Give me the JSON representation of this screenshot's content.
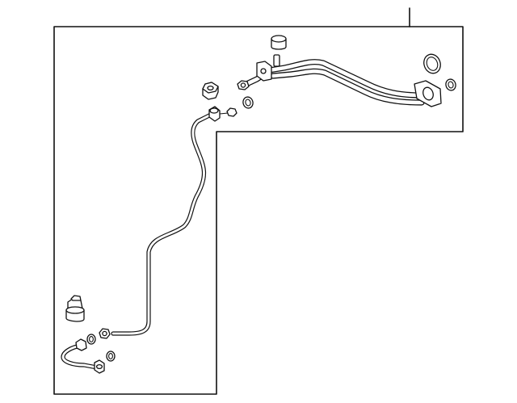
{
  "diagram": {
    "kind": "parts-exploded-view",
    "colors": {
      "background": "#ffffff",
      "line": "#111111",
      "fill": "#ffffff"
    },
    "parts": [
      {
        "id": "upper-line-assembly",
        "icon": "ac-line-upper"
      },
      {
        "id": "lower-liquid-line",
        "icon": "ac-line-lower"
      },
      {
        "id": "service-valve-cap-upper",
        "icon": "cap"
      },
      {
        "id": "hex-nut-upper",
        "icon": "hex-nut"
      },
      {
        "id": "o-ring-upper",
        "icon": "o-ring"
      },
      {
        "id": "o-ring-large",
        "icon": "o-ring"
      },
      {
        "id": "o-ring-small-right",
        "icon": "o-ring"
      },
      {
        "id": "pressure-switch",
        "icon": "pressure-switch"
      },
      {
        "id": "o-ring-lower",
        "icon": "o-ring"
      },
      {
        "id": "seal-lower",
        "icon": "o-ring"
      }
    ]
  }
}
